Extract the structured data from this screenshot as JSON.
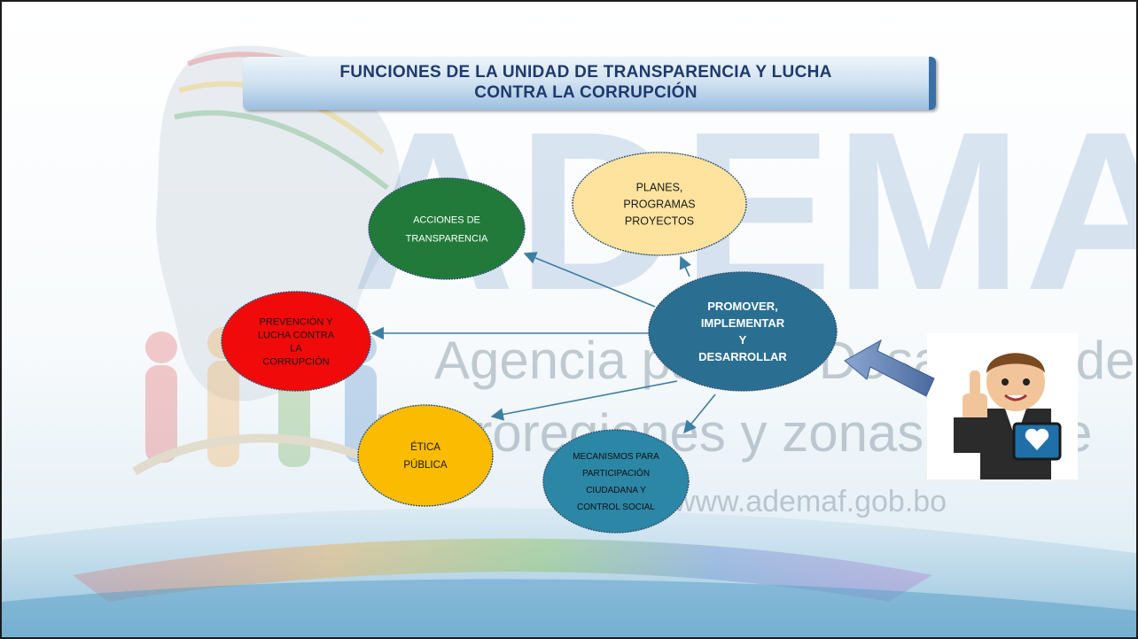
{
  "slide": {
    "title_line1": "FUNCIONES DE LA UNIDAD DE TRANSPARENCIA Y LUCHA",
    "title_line2": "CONTRA LA CORRUPCIÓN"
  },
  "watermark": {
    "brand": "ADEMAF",
    "line1": "Agencia para el Desarrollo de",
    "line2": "Macroregiones y zonas Fronte",
    "url": "www.ademaf.gob.bo"
  },
  "diagram": {
    "center": {
      "lines": [
        "PROMOVER,",
        "IMPLEMENTAR",
        "Y",
        "DESARROLLAR"
      ],
      "color": "#2a6f92"
    },
    "nodes": [
      {
        "id": "acciones",
        "lines": [
          "ACCIONES DE",
          "TRANSPARENCIA"
        ],
        "color": "#217a3a",
        "text_color": "#ffffff"
      },
      {
        "id": "planes",
        "lines": [
          "PLANES,",
          "PROGRAMAS",
          "PROYECTOS"
        ],
        "color": "#fde39e",
        "text_color": "#1a1a1a"
      },
      {
        "id": "prevencion",
        "lines": [
          "PREVENCIÓN Y",
          "LUCHA CONTRA",
          "LA",
          "CORRUPCIÓN"
        ],
        "color": "#f10a0a",
        "text_color": "#1a1a1a"
      },
      {
        "id": "etica",
        "lines": [
          "ÉTICA",
          "PÚBLICA"
        ],
        "color": "#fbbb00",
        "text_color": "#1a1a1a"
      },
      {
        "id": "mecanismos",
        "lines": [
          "MECANISMOS PARA",
          "PARTICIPACIÓN",
          "CIUDADANA Y",
          "CONTROL SOCIAL"
        ],
        "color": "#2c86a6",
        "text_color": "#111111"
      }
    ],
    "pointer_arrow_color": "#5d7fb0"
  },
  "illustration": {
    "icon": "thumbs-up-businessman-icon"
  }
}
